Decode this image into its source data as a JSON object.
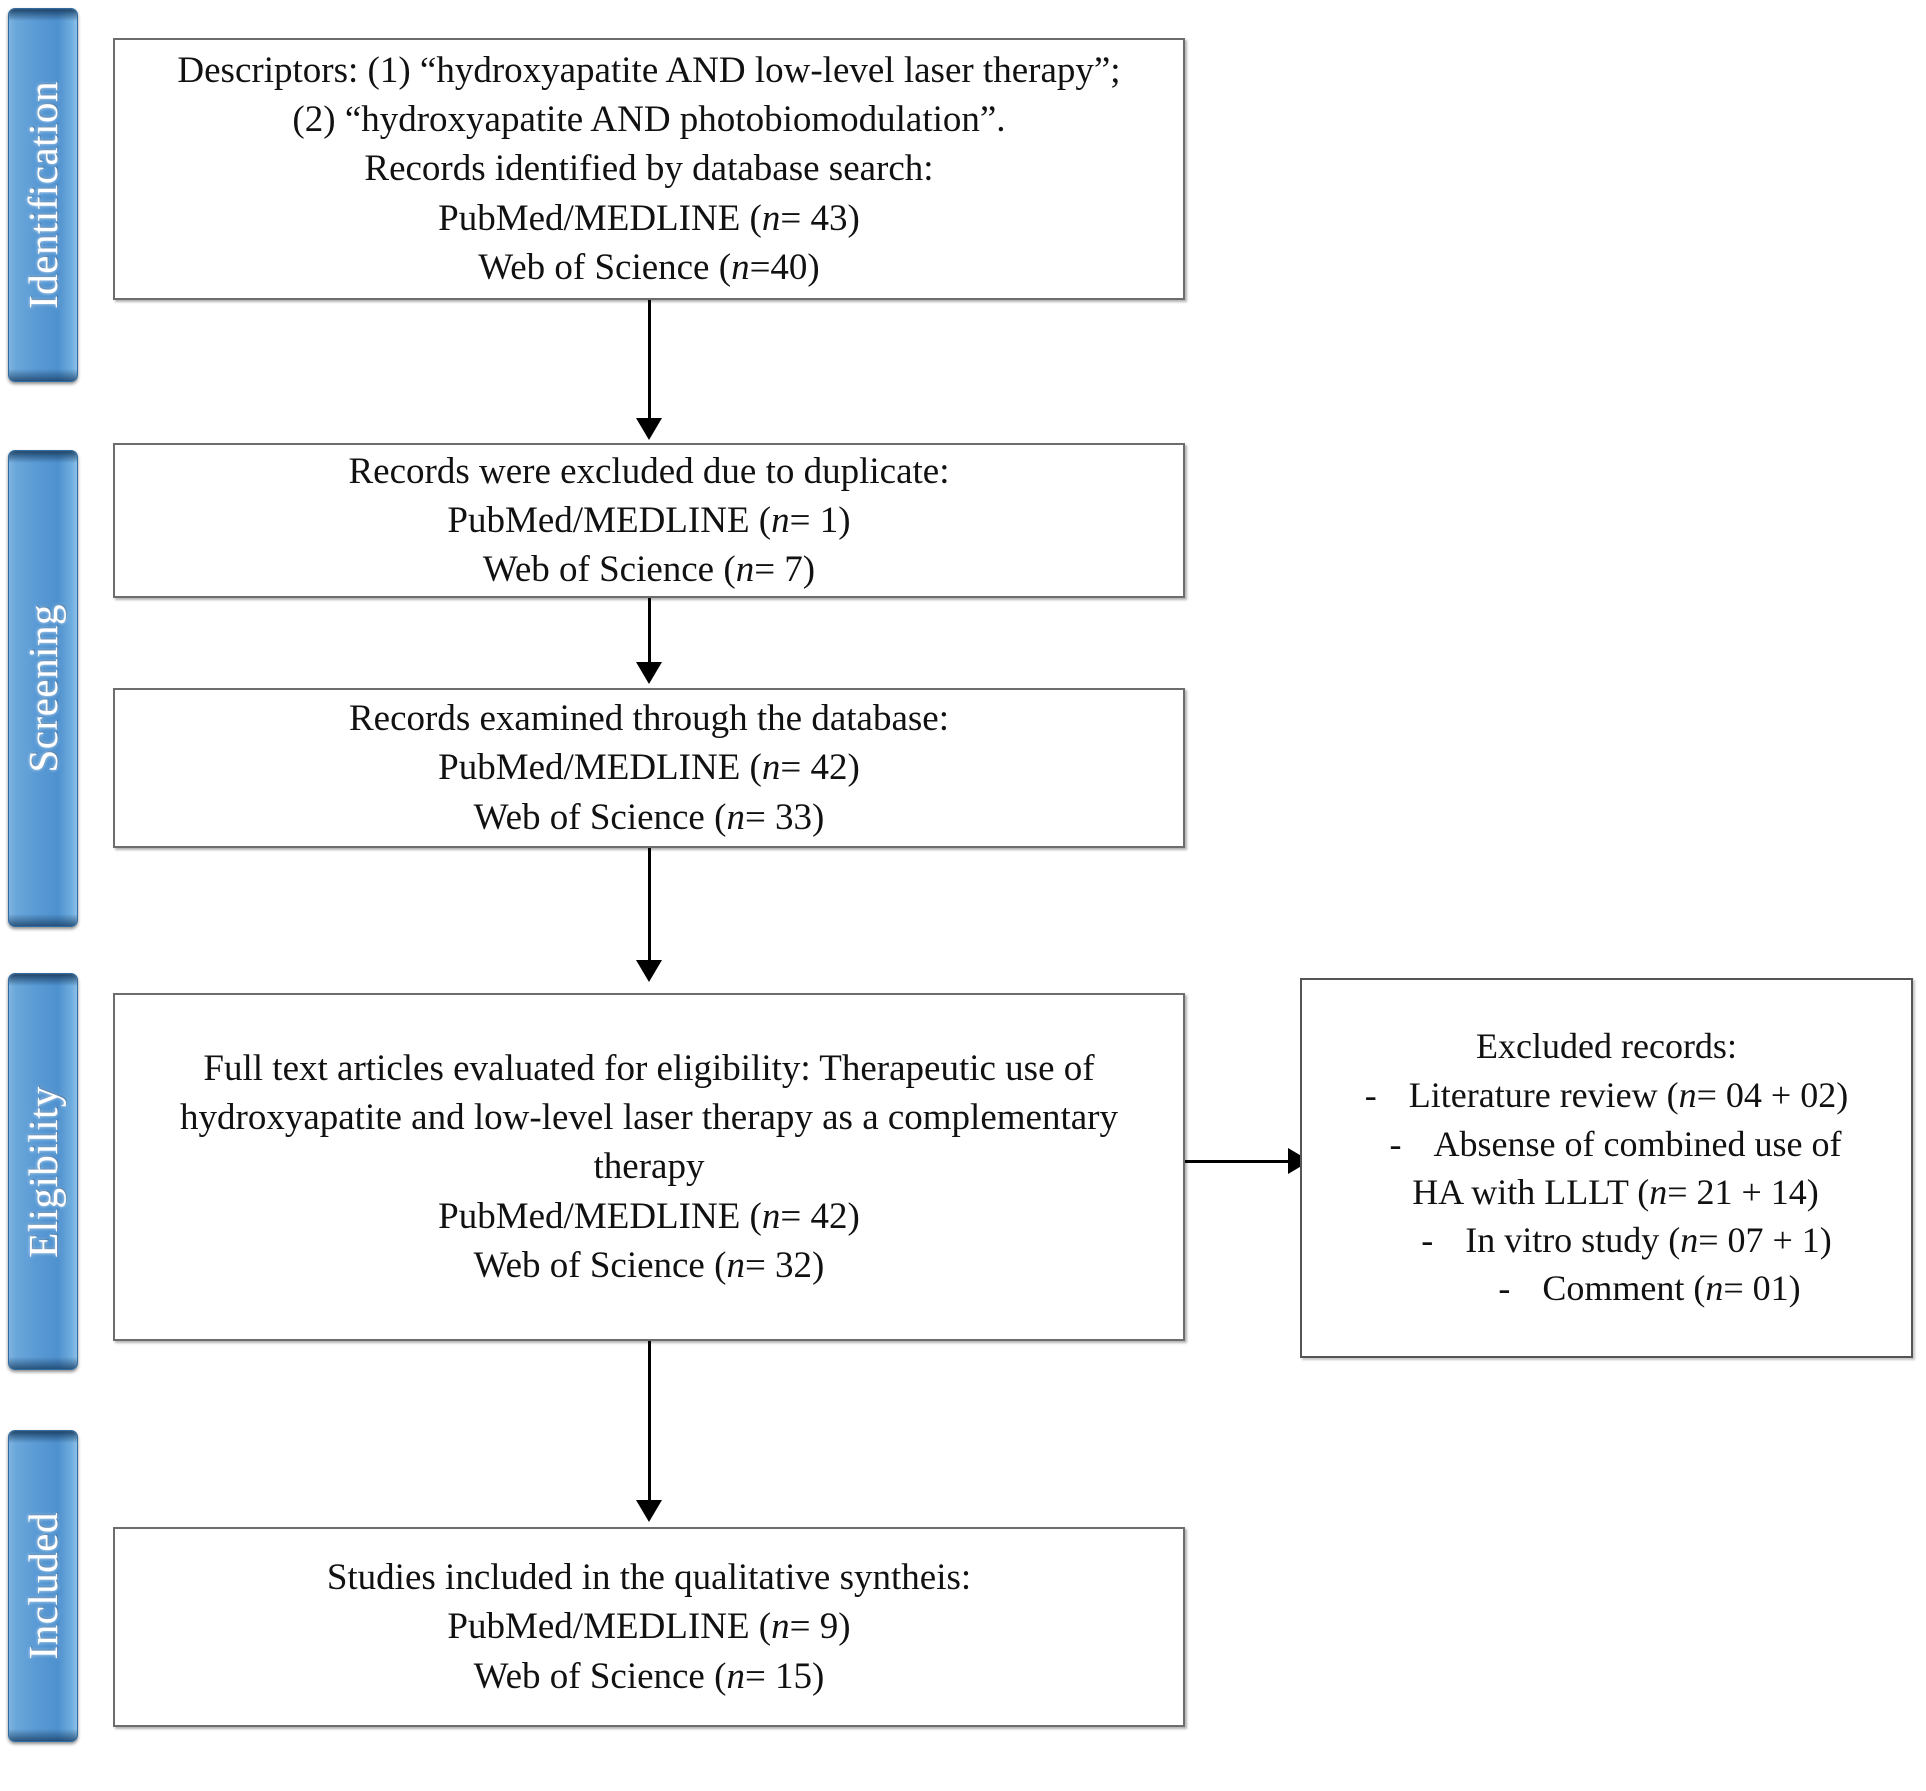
{
  "diagram": {
    "title": "PRISMA flow diagram",
    "accent_color": "#5B9BD5",
    "box_border_color": "#6D6D6D",
    "text_color": "#111111"
  },
  "stages": [
    {
      "id": "identification",
      "label": "Identification"
    },
    {
      "id": "screening",
      "label": "Screening"
    },
    {
      "id": "eligibility",
      "label": "Eligibility"
    },
    {
      "id": "included",
      "label": "Included"
    }
  ],
  "boxes": {
    "identification": {
      "lines": [
        "Descriptors: (1) “hydroxyapatite AND low-level laser therapy”;",
        "(2) “hydroxyapatite AND photobiomodulation”.",
        "Records identified by database search:",
        "PubMed/MEDLINE (n= 43)",
        "Web of Science (n=40)"
      ],
      "line1": "Descriptors: (1) “hydroxyapatite AND low-level laser therapy”;",
      "line2": "(2) “hydroxyapatite AND photobiomodulation”.",
      "line3": "Records identified by database search:",
      "pubmed_label": "PubMed/MEDLINE (",
      "pubmed_n": "n",
      "pubmed_value": "= 43)",
      "wos_label": "Web of Science (",
      "wos_n": "n",
      "wos_value": "=40)"
    },
    "duplicates": {
      "heading": "Records were excluded due to duplicate:",
      "pubmed_label": "PubMed/MEDLINE (",
      "pubmed_n": "n",
      "pubmed_value": "= 1)",
      "wos_label": "Web of Science (",
      "wos_n": "n",
      "wos_value": "= 7)"
    },
    "examined": {
      "heading": "Records examined through the database:",
      "pubmed_label": "PubMed/MEDLINE (",
      "pubmed_n": "n",
      "pubmed_value": "= 42)",
      "wos_label": "Web of Science (",
      "wos_n": "n",
      "wos_value": "= 33)"
    },
    "fulltext": {
      "heading": "Full text articles evaluated for eligibility: Therapeutic use of hydroxyapatite and low-level laser therapy as a complementary therapy",
      "pubmed_label": "PubMed/MEDLINE (",
      "pubmed_n": "n",
      "pubmed_value": "= 42)",
      "wos_label": "Web of Science (",
      "wos_n": "n",
      "wos_value": "= 32)"
    },
    "excluded": {
      "heading": "Excluded records:",
      "items": [
        {
          "dash": "-",
          "text_before": "Literature review (",
          "n": "n",
          "text_after": "= 04 + 02)"
        },
        {
          "dash": "-",
          "text_before": "Absense of combined use of",
          "n": "",
          "text_after": ""
        },
        {
          "dash": "",
          "text_before": "HA with LLLT (",
          "n": "n",
          "text_after": "= 21 + 14)"
        },
        {
          "dash": "-",
          "text_before": "In vitro study (",
          "n": "n",
          "text_after": "= 07 + 1)"
        },
        {
          "dash": "-",
          "text_before": "Comment (",
          "n": "n",
          "text_after": "= 01)"
        }
      ]
    },
    "included": {
      "heading": "Studies included in the qualitative syntheis:",
      "pubmed_label": "PubMed/MEDLINE (",
      "pubmed_n": "n",
      "pubmed_value": "= 9)",
      "wos_label": "Web of Science (",
      "wos_n": "n",
      "wos_value": "= 15)"
    }
  }
}
